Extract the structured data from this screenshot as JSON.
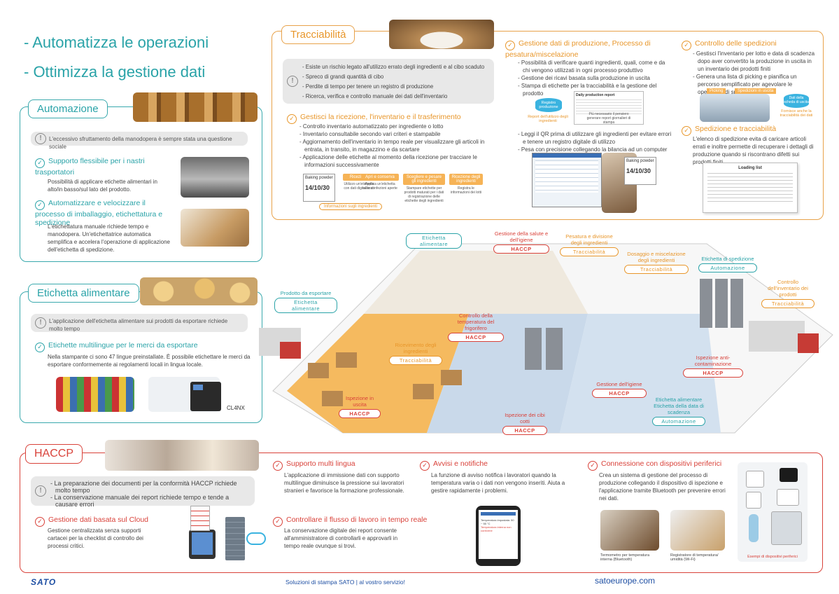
{
  "headline": {
    "line1": "- Automatizza le operazioni",
    "line2": "- Ottimizza la gestione dati"
  },
  "automazione": {
    "title": "Automazione",
    "warning": "L'eccessivo sfruttamento della manodopera è sempre stata una questione sociale",
    "item1_title": "Supporto flessibile per i nastri trasportatori",
    "item1_text": "Possibilità di applicare etichette alimentari in alto/in basso/sul lato del prodotto.",
    "item2_title": "Automatizzare e velocizzare il processo di imballaggio, etichettatura e spedizione",
    "item2_text": "L'etichettatura manuale richiede tempo e manodopera. Un'etichettatrice automatica semplifica e accelera l'operazione di applicazione dell'etichetta di spedizione."
  },
  "etichetta": {
    "title": "Etichetta alimentare",
    "warning": "L'applicazione dell'etichetta alimentare sui prodotti da esportare richiede molto tempo",
    "item_title": "Etichette multilingue per le merci da esportare",
    "item_text": "Nella stampante ci sono 47 lingue preinstallate. È possibile etichettare le merci da esportare conformemente ai regolamenti locali in lingua locale.",
    "printer_label": "CL4NX"
  },
  "tracciabilita": {
    "title": "Tracciabilità",
    "warnings": [
      "Esiste un rischio legato all'utilizzo errato degli ingredienti e al cibo scaduto",
      "Spreco di grandi quantità di cibo",
      "Perdite di tempo per tenere un registro di produzione",
      "Ricerca, verifica e controllo manuale dei dati dell'inventario"
    ],
    "sub_title": "Gestisci la ricezione, l'inventario e il trasferimento",
    "bullets": [
      "Controllo inventario automatizzato per ingrediente o lotto",
      "Inventario consultabile secondo vari criteri e stampabile",
      "Aggiornamento dell'inventario in tempo reale per visualizzare gli articoli in entrata, in transito, in magazzino e da scartare",
      "Applicazione delle etichette al momento della ricezione per tracciare le informazioni successivamente"
    ],
    "label_name": "Baking powder",
    "label_date": "14/10/30",
    "flow": [
      "Ricezione",
      "Apri e conserva",
      "Scegliere e pesare gli ingredienti",
      "Ricezione degli ingredienti"
    ],
    "flow_text": [
      "Utilizzo un'etichetta con dati digitalizzati",
      "Applica un'etichetta sulle confezioni aperte",
      "Stampare etichette per prodotti maturati per i dati di registrazione delle etichette degli ingredienti",
      "Registra le informazioni dei lotti"
    ],
    "flow_footer": "Informazioni sugli ingredienti"
  },
  "produzione": {
    "title": "Gestione dati di produzione, Processo di pesatura/miscelazione",
    "bullets": [
      "Possibilità di verificare quanti ingredienti, quali, come e da chi vengono utilizzati in ogni processo produttivo",
      "Gestione dei ricavi basata sulla produzione in uscita",
      "Stampa di etichette per la tracciabilità e la gestione del prodotto"
    ],
    "report_title": "Daily production report",
    "box1": "Registro produzione",
    "box1_note": "Report dell'utilizzo degli ingredienti",
    "box2_note": "Più necessario il pensiero generare report giornalieri di stampa",
    "bullets2": [
      "Leggi il QR prima di utilizzare gli ingredienti per evitare errori e tenere un registro digitale di utilizzo",
      "Pesa con precisione collegando la bilancia ad un computer"
    ],
    "label_name": "Baking powder",
    "label_date": "14/10/30"
  },
  "spedizioni": {
    "title": "Controllo delle spedizioni",
    "bullets": [
      "Gestisci l'inventario per lotto e data di scadenza dopo aver convertito la produzione in uscita in un inventario dei prodotti finiti",
      "Genera una lista di picking e pianifica un percorso semplificato per agevolare le operazioni di spedizione"
    ],
    "tag1": "Picking",
    "tag2": "Spedizioni in uscita",
    "db_label": "Dati della scheda di uscita",
    "db_note": "Fornisce anche la tracciabilità dei dati",
    "sub_title": "Spedizione e tracciabilità",
    "sub_text": "L'elenco di spedizione evita di caricare articoli errati e inoltre permette di recuperare i dettagli di produzione quando si riscontrano difetti sui prodotti finiti.",
    "loading_list": "Loading list"
  },
  "map": {
    "callouts": [
      {
        "label": "Etichetta alimentare",
        "pill": "Etichetta alimentare",
        "kind": "teal"
      },
      {
        "label": "Gestione della salute e dell'igiene",
        "pill": "HACCP",
        "kind": "red"
      },
      {
        "label": "Pesatura e divisione degli ingredienti",
        "pill": "Tracciabilità",
        "kind": "orange"
      },
      {
        "label": "Dosaggio e miscelazione degli ingredienti",
        "pill": "Tracciabilità",
        "kind": "orange"
      },
      {
        "label": "Etichetta di spedizione",
        "pill": "Automazione",
        "kind": "teal"
      },
      {
        "label": "Controllo dell'inventario dei prodotti",
        "pill": "Tracciabilità",
        "kind": "orange"
      },
      {
        "label": "Prodotto da esportare",
        "pill": "Etichetta alimentare",
        "kind": "teal"
      },
      {
        "label": "Controllo della temperatura del frigorifero",
        "pill": "HACCP",
        "kind": "red"
      },
      {
        "label": "Ricevimento degli ingredienti",
        "pill": "Tracciabilità",
        "kind": "orange"
      },
      {
        "label": "Ispezione anti-contaminazione",
        "pill": "HACCP",
        "kind": "red"
      },
      {
        "label": "Gestione dell'igiene",
        "pill": "HACCP",
        "kind": "red"
      },
      {
        "label": "Etichetta alimentare Etichetta della data di scadenza",
        "pill": "Automazione",
        "kind": "teal"
      },
      {
        "label": "Ispezione in uscita",
        "pill": "HACCP",
        "kind": "red"
      },
      {
        "label": "Ispezione dei cibi cotti",
        "pill": "HACCP",
        "kind": "red"
      }
    ]
  },
  "haccp": {
    "title": "HACCP",
    "warnings": [
      "La preparazione dei documenti per la conformità HACCP richiede molto tempo",
      "La conservazione manuale dei report richiede tempo e tende a causare errori"
    ],
    "cloud_title": "Gestione dati basata sul Cloud",
    "cloud_text": "Gestione centralizzata senza supporti cartacei per la checklist di controllo dei processi critici.",
    "lingua_title": "Supporto multi lingua",
    "lingua_text": "L'applicazione di immissione dati con supporto multilingue diminuisce la pressione sui lavoratori stranieri e favorisce la formazione professionale.",
    "flusso_title": "Controllare il flusso di lavoro in tempo reale",
    "flusso_text": "La conservazione digitale dei report consente all'amministratore di controllarli e approvarli in tempo reale ovunque si trovi.",
    "avvisi_title": "Avvisi e notifiche",
    "avvisi_text": "La funzione di avviso notifica i lavoratori quando la temperatura varia o i dati non vengono inseriti. Aiuta a gestire rapidamente i problemi.",
    "periferici_title": "Connessione con dispositivi periferici",
    "periferici_text": "Crea un sistema di gestione del processo di produzione collegando il dispositivo di ispezione e l'applicazione tramite Bluetooth per prevenire errori nei dati.",
    "thermo_caption": "Termometro per temperatura interna (Bluetooth)",
    "logger_caption": "Registratore di temperatura/ umidità (Wi-Fi)",
    "devices_caption": "Esempi di dispositivi periferici",
    "phone_line1": "Temperatura impostata: 50 ~ 55 °C",
    "phone_line2": "Temperatura interna non conforme"
  },
  "footer": {
    "logo": "SATO",
    "tagline": "Soluzioni di stampa SATO  |  al vostro servizio!",
    "url": "satoeurope.com"
  },
  "colors": {
    "teal": "#2aa3a8",
    "orange": "#e8962a",
    "red": "#d9423a",
    "blue": "#1e4fa3"
  }
}
